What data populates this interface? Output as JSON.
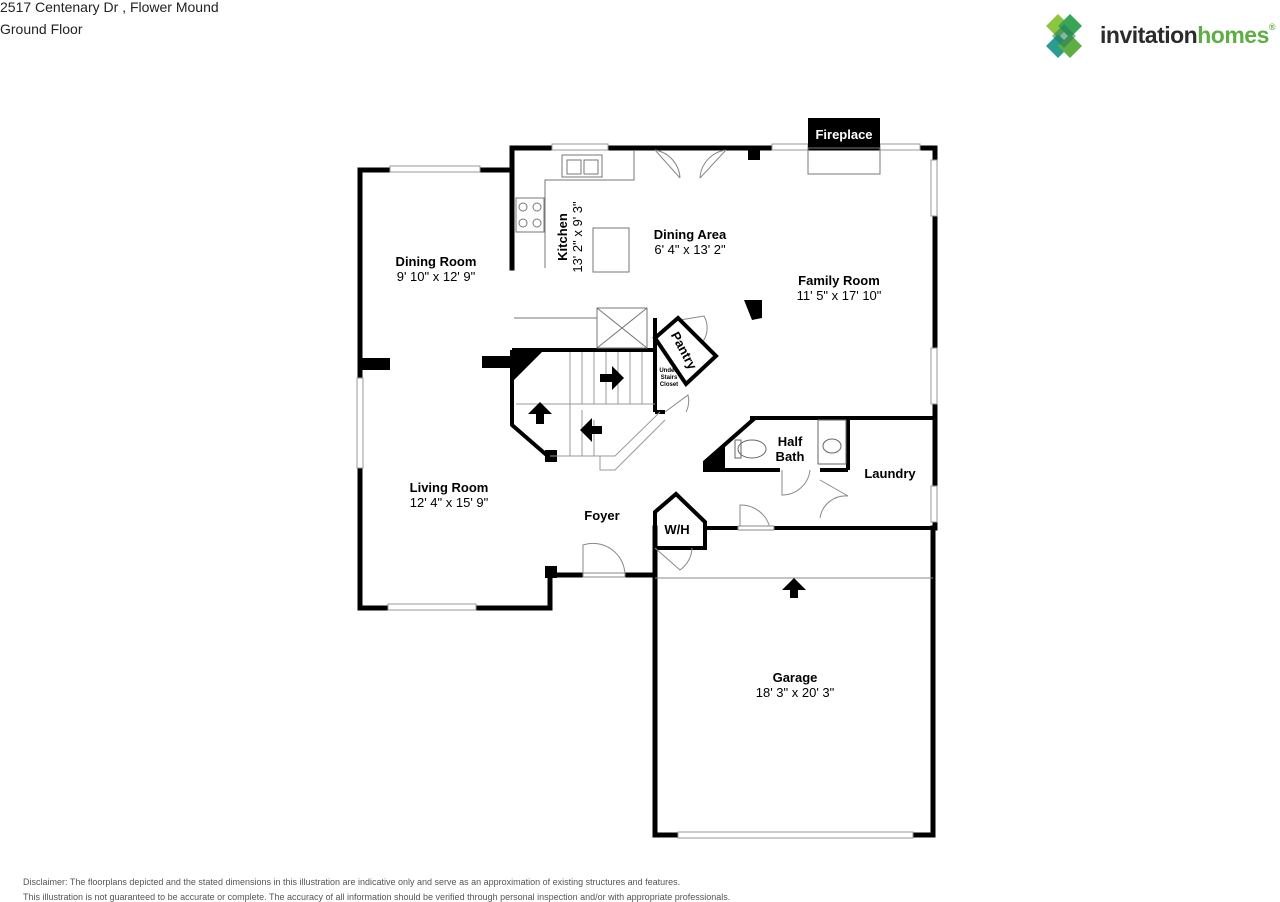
{
  "header": {
    "address": "2517 Centenary Dr , Flower Mound",
    "floor": "Ground Floor"
  },
  "logo": {
    "word1": "invitation",
    "word2": "homes",
    "mark": "®",
    "colors": {
      "dark": "#2b2b2b",
      "green": "#5fae45",
      "teal": "#2a9d8f"
    }
  },
  "rooms": {
    "dining_room": {
      "name": "Dining Room",
      "dims": "9' 10\" x 12' 9\""
    },
    "kitchen": {
      "name": "Kitchen",
      "dims": "13' 2\" x 9' 3\""
    },
    "dining_area": {
      "name": "Dining Area",
      "dims": "6' 4\" x 13' 2\""
    },
    "family_room": {
      "name": "Family Room",
      "dims": "11' 5\" x 17' 10\""
    },
    "fireplace": {
      "name": "Fireplace"
    },
    "pantry": {
      "name": "Pantry"
    },
    "under_stairs": {
      "name": "Under-Stairs Closet",
      "l1": "Under-",
      "l2": "Stairs",
      "l3": "Closet"
    },
    "half_bath": {
      "name": "Half Bath",
      "l1": "Half",
      "l2": "Bath"
    },
    "laundry": {
      "name": "Laundry"
    },
    "living_room": {
      "name": "Living Room",
      "dims": "12' 4\" x 15' 9\""
    },
    "foyer": {
      "name": "Foyer"
    },
    "wh": {
      "name": "W/H"
    },
    "garage": {
      "name": "Garage",
      "dims": "18' 3\" x 20' 3\""
    }
  },
  "disclaimer": {
    "line1": "Disclaimer: The floorplans depicted and the stated dimensions in this illustration are indicative only and serve as an approximation of existing structures and features.",
    "line2": "This illustration is not guaranteed to be accurate or complete. The accuracy of all information should be verified through personal inspection and/or with appropriate professionals."
  }
}
